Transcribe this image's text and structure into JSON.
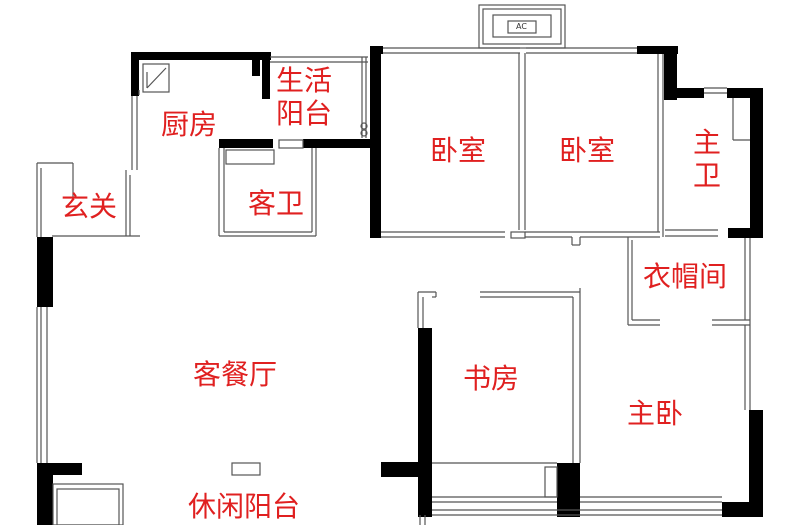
{
  "label_color": "#e02020",
  "rooms": {
    "kitchen": "厨房",
    "utility_balcony_line1": "生活",
    "utility_balcony_line2": "阳台",
    "bedroom_left": "卧室",
    "bedroom_right": "卧室",
    "master_bath_line1": "主",
    "master_bath_line2": "卫",
    "entrance": "玄关",
    "guest_bath": "客卫",
    "walk_in_closet": "衣帽间",
    "living_dining": "客餐厅",
    "study": "书房",
    "master_bedroom": "主卧",
    "leisure_balcony": "休闲阳台"
  },
  "ac_unit": "AC"
}
